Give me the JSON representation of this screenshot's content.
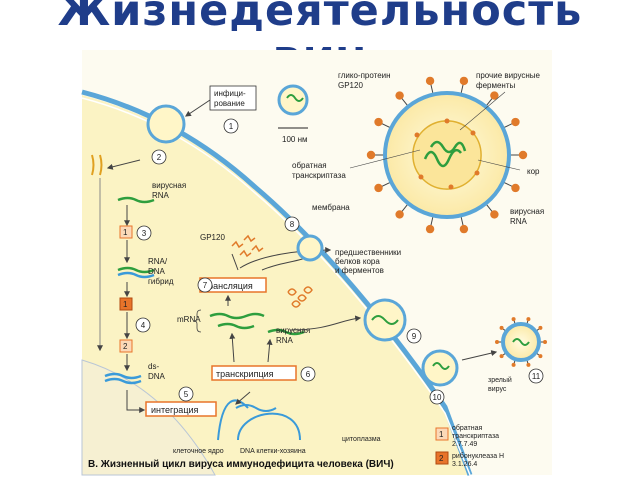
{
  "title": {
    "line1": "Жизнедеятельность",
    "line2": "ВИЧ"
  },
  "labels": {
    "infect_1": "инфици-",
    "infect_2": "рование",
    "scale": "100 нм",
    "gp120_1": "глико-протеин",
    "gp120_2": "GP120",
    "other_enz_1": "прочие вирусные",
    "other_enz_2": "ферменты",
    "rt_1": "обратная",
    "rt_2": "транскриптаза",
    "core": "кор",
    "membrane": "мембрана",
    "vrna_right_1": "вирусная",
    "vrna_right_2": "RNA",
    "vrna_1": "вирусная",
    "vrna_2": "RNA",
    "hybrid_1": "RNA/",
    "hybrid_2": "DNA",
    "hybrid_3": "гибрид",
    "ds_1": "ds-",
    "ds_2": "DNA",
    "gp120_mid": "GP120",
    "precursors_1": "предшественники",
    "precursors_2": "белков кора",
    "precursors_3": "и ферментов",
    "translation": "трансляция",
    "mrna": "mRNA",
    "vrna_mid_1": "вирусная",
    "vrna_mid_2": "RNA",
    "transcription": "транскрипция",
    "integration": "интеграция",
    "mature_1": "зрелый",
    "mature_2": "вирус",
    "cytoplasm": "цитоплазма",
    "nucleus": "клеточное ядро",
    "host_dna": "DNA клетки-хозяина",
    "legend1_1": "обратная",
    "legend1_2": "транскриптаза",
    "legend1_3": "2.7.7.49",
    "legend2_1": "рибонуклеаза Н",
    "legend2_2": "3.1.26.4"
  },
  "steps": [
    "1",
    "2",
    "3",
    "4",
    "5",
    "6",
    "7",
    "8",
    "9",
    "10",
    "11"
  ],
  "markers": [
    "1",
    "2",
    "1",
    "1",
    "2"
  ],
  "caption": "В. Жизненный цикл вируса иммунодефицита человека (ВИЧ)",
  "colors": {
    "title": "#1f3d8a",
    "cell_fill": "#fbf3c4",
    "membrane": "#5aa6d8",
    "virus_fill": "#fff6c8",
    "spike": "#e07a2a",
    "rna_green": "#2e9e3e",
    "dna_blue": "#3a9ad9",
    "orange_box": "#e8742a"
  }
}
